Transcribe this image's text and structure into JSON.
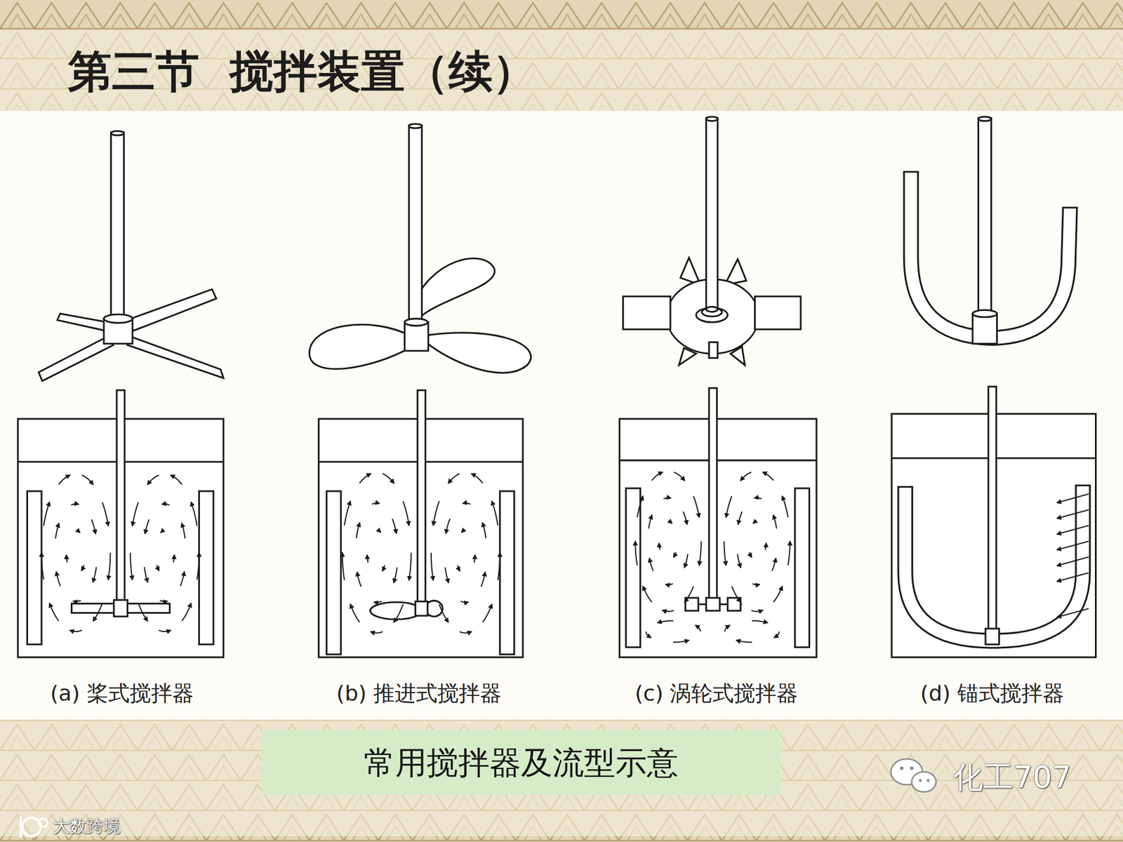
{
  "diagram": {
    "title": "第三节  搅拌装置（续）",
    "nodes": [
      {
        "text": [
          "常用搅拌器及流型示意"
        ]
      }
    ],
    "labels": [
      "(a) 桨式搅拌器",
      "(b) 推进式搅拌器",
      "(c) 涡轮式搅拌器",
      "(d) 锚式搅拌器",
      "化工707",
      "大数跨境"
    ]
  }
}
